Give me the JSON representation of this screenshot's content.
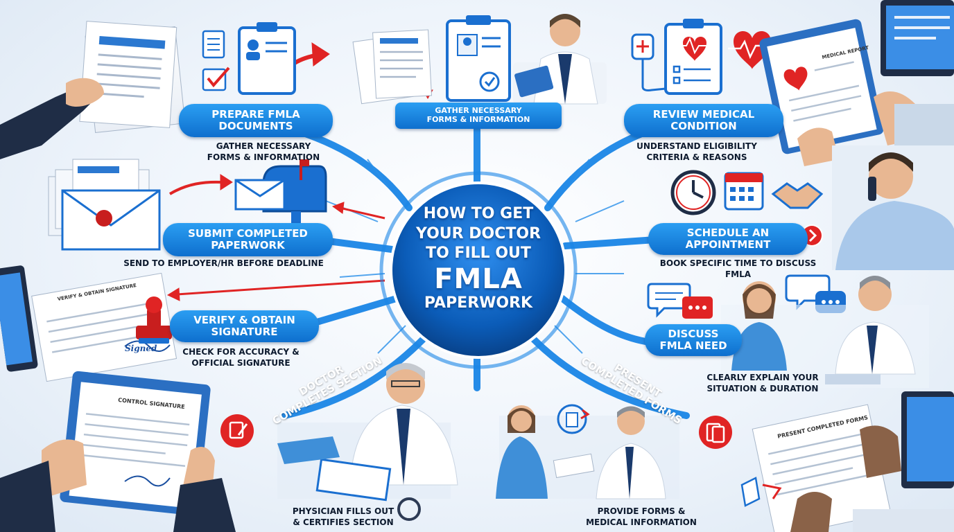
{
  "hub": {
    "line1": "HOW TO GET\nYOUR DOCTOR\nTO FILL OUT",
    "line2": "FMLA",
    "line3": "PAPERWORK"
  },
  "steps": {
    "prepare": {
      "title": "PREPARE FMLA\nDOCUMENTS",
      "sub": "GATHER NECESSARY\nFORMS & INFORMATION"
    },
    "gather": {
      "title": "GATHER NECESSARY\nFORMS & INFORMATION"
    },
    "review": {
      "title": "REVIEW MEDICAL\nCONDITION",
      "sub": "UNDERSTAND ELIGIBILITY\nCRITERIA & REASONS"
    },
    "submit": {
      "title": "SUBMIT COMPLETED\nPAPERWORK",
      "sub": "SEND TO EMPLOYER/HR BEFORE DEADLINE"
    },
    "schedule": {
      "title": "SCHEDULE AN\nAPPOINTMENT",
      "sub": "BOOK SPECIFIC TIME TO DISCUSS FMLA"
    },
    "verify": {
      "title": "VERIFY & OBTAIN\nSIGNATURE",
      "sub": "CHECK FOR ACCURACY &\nOFFICIAL SIGNATURE"
    },
    "discuss": {
      "title": "DISCUSS\nFMLA NEED",
      "sub": "CLEARLY EXPLAIN YOUR\nSITUATION & DURATION"
    },
    "doctor": {
      "title": "DOCTOR\nCOMPLETES SECTION",
      "sub": "PHYSICIAN FILLS OUT\n& CERTIFIES SECTION"
    },
    "present": {
      "title": "PRESENT\nCOMPLETED FORMS",
      "sub": "PROVIDE FORMS &\nMEDICAL INFORMATION"
    }
  },
  "documents": {
    "verify_doc": "VERIFY & OBTAIN SIGNATURE",
    "controls_doc": "CONTROL SIGNATURE",
    "present_doc": "PRESENT COMPLETED FORMS",
    "medical_report": "MEDICAL REPORT",
    "signed": "Signed"
  },
  "colors": {
    "primary": "#0e6fce",
    "accent": "#e02424",
    "hub": "#0b5cb8"
  }
}
